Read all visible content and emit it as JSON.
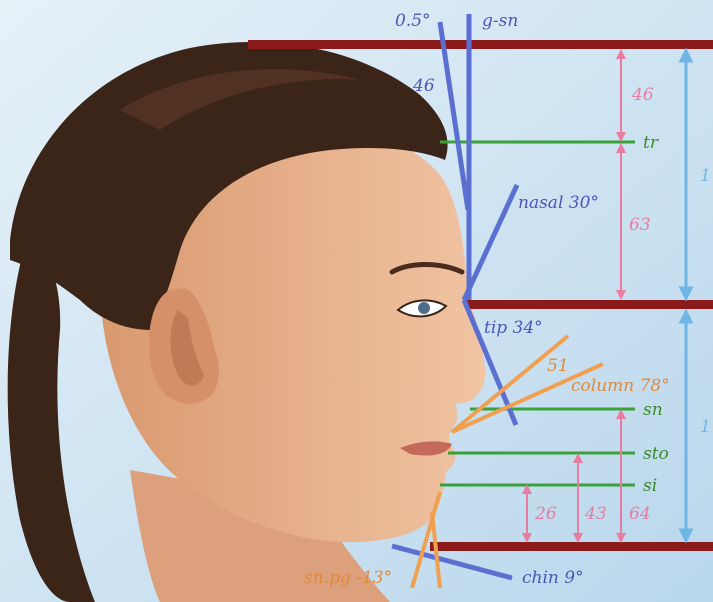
{
  "labels": {
    "angle_top": "0.5°",
    "g_sn": "g-sn",
    "forehead_value": "46",
    "upper_46": "46",
    "tr": "tr",
    "nasal": "nasal 30°",
    "value_63": "63",
    "ratio_upper": "1",
    "tip": "tip 34°",
    "value_51": "51",
    "column": "column 78°",
    "sn": "sn",
    "ratio_lower": "1",
    "sto": "sto",
    "si": "si",
    "value_26": "26",
    "value_43": "43",
    "value_64": "64",
    "sn_pg": "sn.pg -13°",
    "chin": "chin 9°"
  },
  "colors": {
    "dark_red": "#8b1a1a",
    "green": "#3aa13a",
    "blue": "#5b6fd1",
    "orange": "#f0a050",
    "pink": "#e87ca0",
    "light_blue": "#6fb6e6",
    "skin": "#e9b48f",
    "hair": "#3b2418",
    "background": "#cfe3f1"
  }
}
